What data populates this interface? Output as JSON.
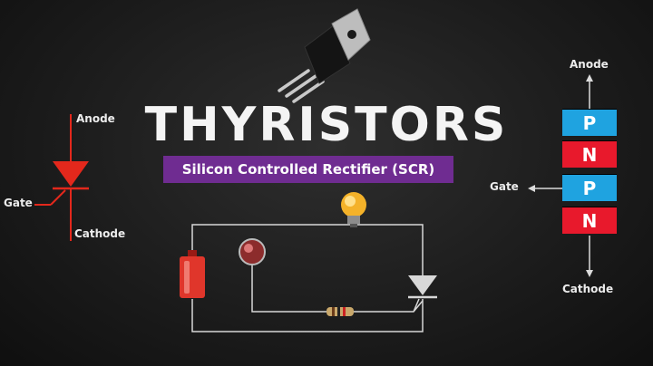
{
  "title": "THYRISTORS",
  "subtitle": "Silicon Controlled Rectifier (SCR)",
  "symbol_labels": {
    "anode": "Anode",
    "gate": "Gate",
    "cathode": "Cathode"
  },
  "structure": {
    "anode": "Anode",
    "gate": "Gate",
    "cathode": "Cathode",
    "layers": [
      {
        "text": "P",
        "color": "#1fa3e0"
      },
      {
        "text": "N",
        "color": "#e8192c"
      },
      {
        "text": "P",
        "color": "#1fa3e0"
      },
      {
        "text": "N",
        "color": "#e8192c"
      }
    ]
  },
  "colors": {
    "subtitle_bg": "#6f2c91",
    "symbol_red": "#e3281c",
    "wire": "#d8d8d8"
  }
}
